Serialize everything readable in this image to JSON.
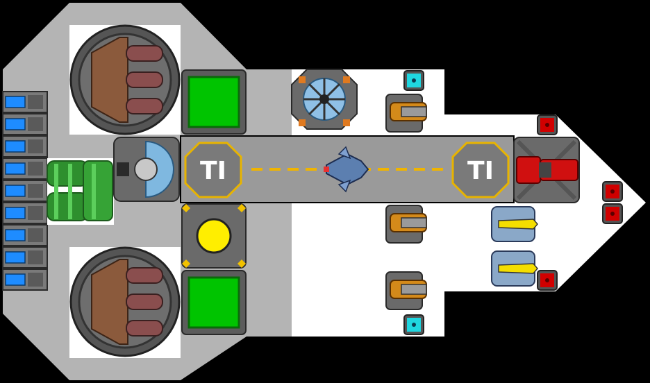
{
  "ship": {
    "hull_color": "#b4b4b4",
    "deck_color": "#ffffff",
    "space_color": "#000000"
  },
  "runway": {
    "pad_left_label": "TI",
    "pad_right_label": "TI",
    "pad_accent": "#e8b400",
    "centerline_color": "#f0b400",
    "surface_color": "#9a9a9a"
  },
  "modules": {
    "reactor_top": {
      "icon": "reactor-icon"
    },
    "reactor_bottom": {
      "icon": "reactor-icon"
    },
    "storage_top": {
      "icon": "storage-icon",
      "fill": "#00c400"
    },
    "storage_bottom": {
      "icon": "storage-icon",
      "fill": "#00c400"
    },
    "core": {
      "icon": "core-icon",
      "fill": "#ffee00"
    },
    "radar": {
      "icon": "radar-icon"
    },
    "gyro": {
      "icon": "gyroscope-icon"
    },
    "thruster_bank": {
      "icon": "thruster-icon",
      "count": 9,
      "glow": "#1e8cff"
    },
    "fuel_tank": {
      "icon": "fuel-tank-icon",
      "fill": "#36a336"
    },
    "turret_orange": {
      "icon": "orange-cannon-icon",
      "count": 3
    },
    "turret_yellow": {
      "icon": "yellow-laser-icon",
      "count": 2
    },
    "turret_red": {
      "icon": "red-heavy-cannon-icon"
    },
    "sensor_cyan": {
      "icon": "cyan-sensor-icon",
      "count": 2,
      "fill": "#1fd6e0"
    },
    "armor_red": {
      "icon": "red-armor-icon",
      "count": 4,
      "fill": "#d00000"
    },
    "fighter": {
      "icon": "fighter-jet-icon"
    }
  }
}
